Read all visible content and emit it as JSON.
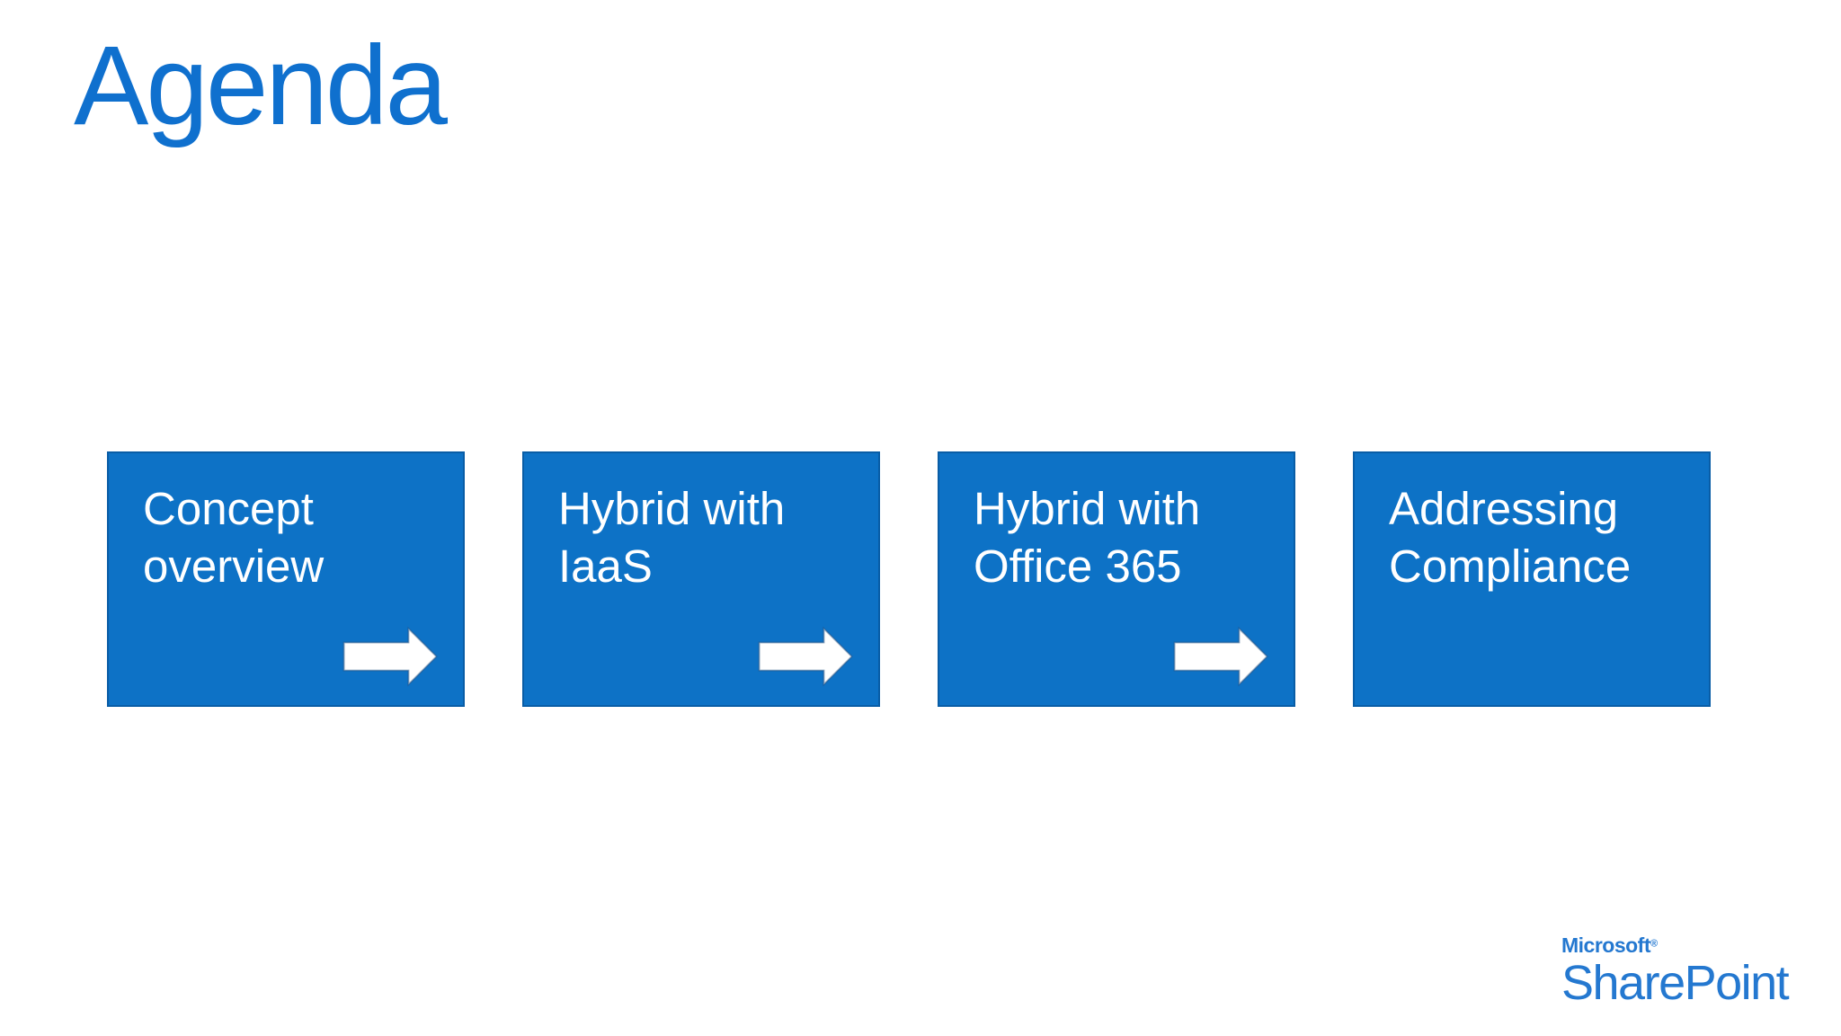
{
  "slide": {
    "title": "Agenda",
    "agenda_items": [
      {
        "label": "Concept\noverview",
        "has_arrow": true
      },
      {
        "label": "Hybrid with\nIaaS",
        "has_arrow": true
      },
      {
        "label": "Hybrid with\nOffice 365",
        "has_arrow": true
      },
      {
        "label": "Addressing\nCompliance",
        "has_arrow": false
      }
    ],
    "logo": {
      "brand": "Microsoft",
      "registered": "®",
      "product": "SharePoint"
    },
    "colors": {
      "background": "#ffffff",
      "title_blue": "#0f70ce",
      "box_blue": "#0d72c6",
      "box_border": "rgba(8, 77, 140, 0.55)",
      "box_text": "#ffffff",
      "arrow_fill": "#ffffff",
      "arrow_outline": "rgba(40, 80, 125, 0.5)",
      "logo_blue": "#2478d0"
    }
  }
}
